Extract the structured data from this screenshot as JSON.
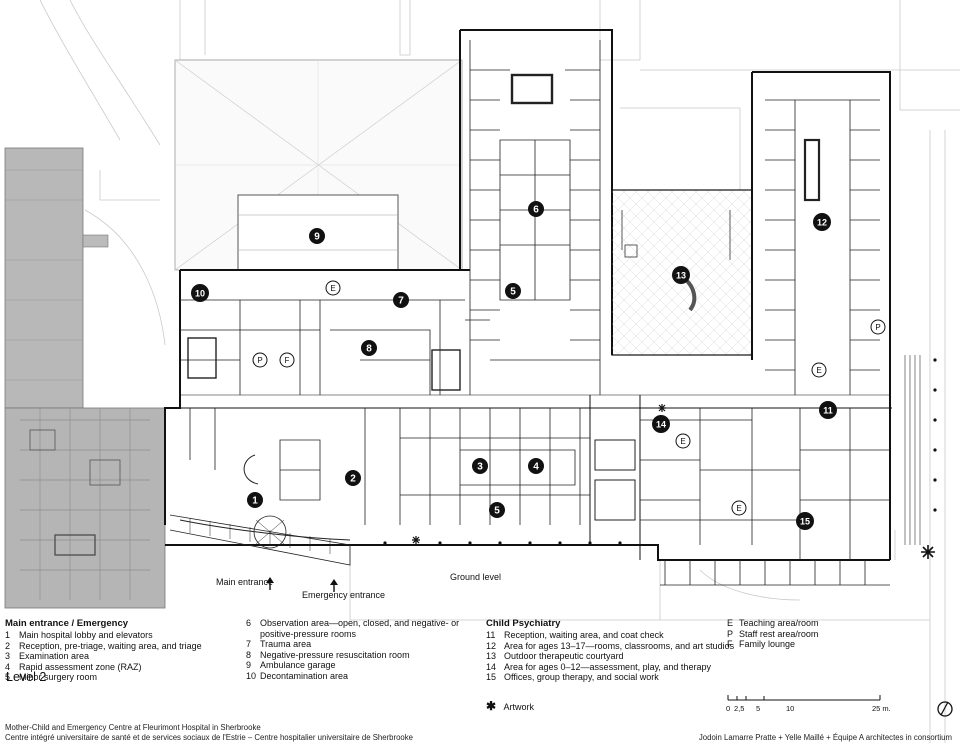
{
  "plan": {
    "markers": [
      {
        "label": "1"
      },
      {
        "label": "2"
      },
      {
        "label": "3"
      },
      {
        "label": "4"
      },
      {
        "label": "5"
      },
      {
        "label": "5"
      },
      {
        "label": "6"
      },
      {
        "label": "7"
      },
      {
        "label": "8"
      },
      {
        "label": "9"
      },
      {
        "label": "10"
      },
      {
        "label": "11"
      },
      {
        "label": "12"
      },
      {
        "label": "13"
      },
      {
        "label": "14"
      },
      {
        "label": "15"
      }
    ],
    "letter_markers": [
      {
        "label": "E"
      },
      {
        "label": "P"
      },
      {
        "label": "F"
      },
      {
        "label": "P"
      },
      {
        "label": "E"
      },
      {
        "label": "E"
      },
      {
        "label": "E"
      }
    ],
    "main_entrance": "Main entrance",
    "emergency_entrance": "Emergency entrance",
    "ground_level": "Ground level"
  },
  "legend": {
    "emergency": {
      "heading": "Main entrance / Emergency",
      "items": [
        {
          "num": "1",
          "text": "Main hospital lobby and elevators"
        },
        {
          "num": "2",
          "text": "Reception, pre-triage, waiting area, and triage"
        },
        {
          "num": "3",
          "text": "Examination area"
        },
        {
          "num": "4",
          "text": "Rapid assessment zone (RAZ)"
        },
        {
          "num": "5",
          "text": "Minor surgery room"
        }
      ]
    },
    "emergency2": {
      "items": [
        {
          "num": "6",
          "text": "Observation area—open, closed, and negative- or"
        },
        {
          "num": "",
          "text": "positive-pressure rooms"
        },
        {
          "num": "7",
          "text": "Trauma area"
        },
        {
          "num": "8",
          "text": "Negative-pressure resuscitation room"
        },
        {
          "num": "9",
          "text": "Ambulance garage"
        },
        {
          "num": "10",
          "text": "Decontamination area"
        }
      ]
    },
    "psychiatry": {
      "heading": "Child Psychiatry",
      "items": [
        {
          "num": "11",
          "text": "Reception, waiting area, and coat check"
        },
        {
          "num": "12",
          "text": "Area for ages 13–17—rooms, classrooms, and art studios"
        },
        {
          "num": "13",
          "text": "Outdoor therapeutic courtyard"
        },
        {
          "num": "14",
          "text": "Area for ages 0–12—assessment, play, and therapy"
        },
        {
          "num": "15",
          "text": "Offices, group therapy, and social work"
        }
      ]
    },
    "keys": {
      "items": [
        {
          "num": "E",
          "text": "Teaching area/room"
        },
        {
          "num": "P",
          "text": "Staff rest area/room"
        },
        {
          "num": "F",
          "text": "Family lounge"
        }
      ]
    },
    "artwork": "Artwork"
  },
  "level_title": "Level 2",
  "caption": {
    "line1": "Mother-Child and Emergency Centre at Fleurimont Hospital in Sherbrooke",
    "line2": "Centre intégré universitaire de santé et de services sociaux de l'Estrie – Centre hospitalier universitaire de Sherbrooke",
    "architects": "Jodoin Lamarre Pratte + Yelle Maillé + Équipe A architectes in consortium"
  },
  "scale": {
    "ticks": [
      "0",
      "2,5",
      "5",
      "10",
      "25 m."
    ]
  }
}
